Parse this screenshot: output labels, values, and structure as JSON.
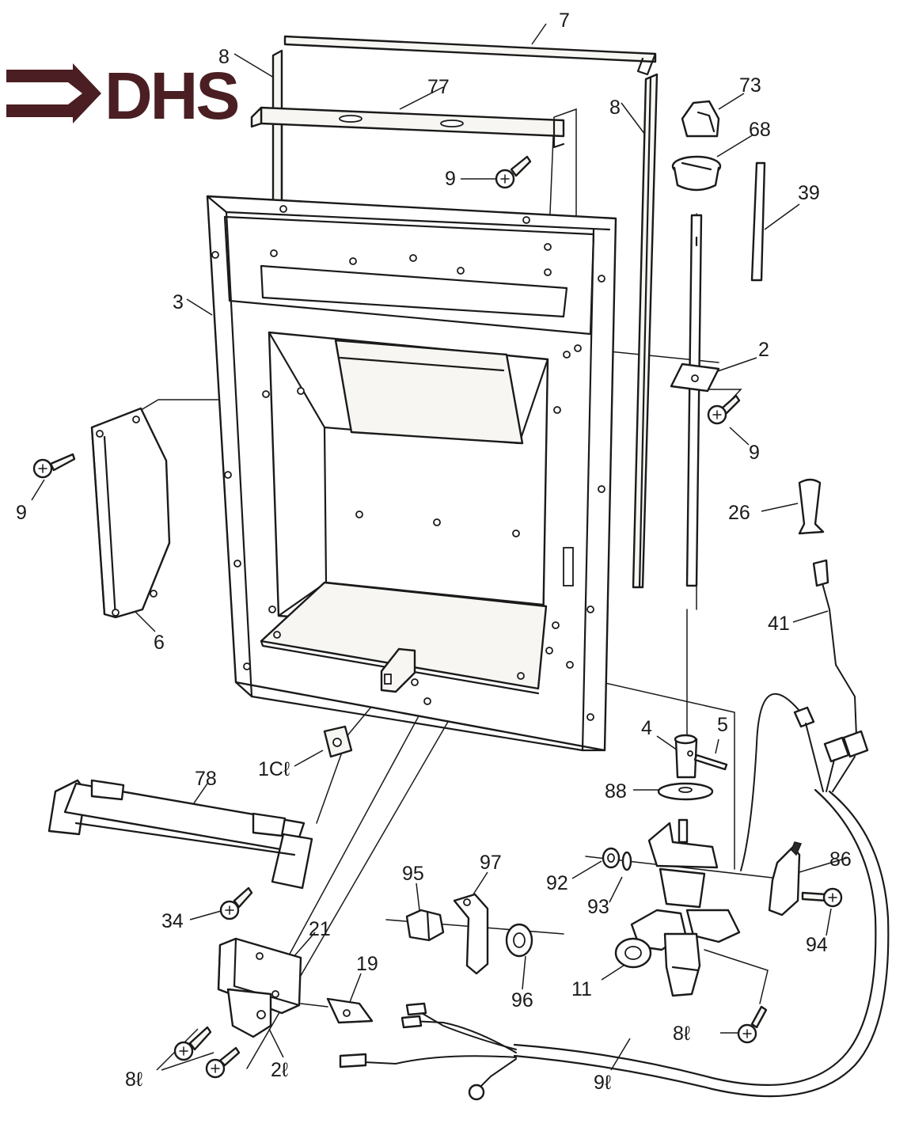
{
  "logo": {
    "text": "DHS",
    "color": "#4a1e22"
  },
  "colors": {
    "ink": "#1a1a1a",
    "paper": "#ffffff"
  },
  "callouts": {
    "c7": "7",
    "c8a": "8",
    "c8b": "8",
    "c77": "77",
    "c73": "73",
    "c68": "68",
    "c39": "39",
    "c9a": "9",
    "c3": "3",
    "c2": "2",
    "c9b": "9",
    "c9c": "9",
    "c26": "26",
    "c6": "6",
    "c41": "41",
    "c4": "4",
    "c5": "5",
    "c10": "1Cℓ",
    "c78": "78",
    "c88": "88",
    "c86": "86",
    "c95": "95",
    "c97": "97",
    "c92": "92",
    "c93": "93",
    "c34": "34",
    "c94": "94",
    "c21": "21",
    "c19": "19",
    "c96": "96",
    "c11": "11",
    "c80a": "8ℓ",
    "c80b": "8ℓ",
    "c20": "2ℓ",
    "c90": "9ℓ"
  }
}
